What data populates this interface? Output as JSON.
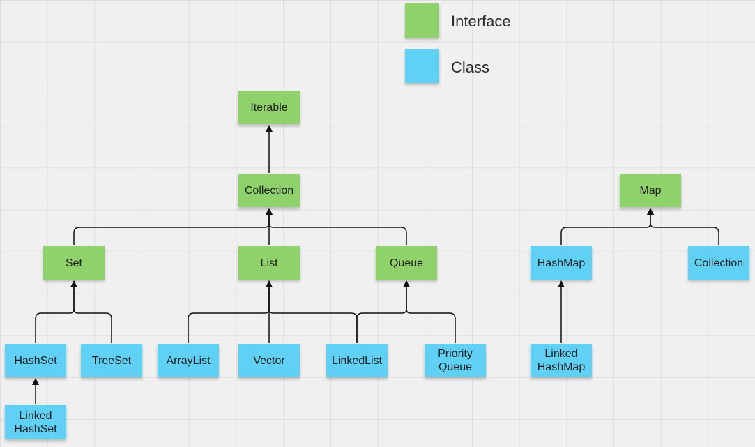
{
  "colors": {
    "interface": "#8fd16a",
    "class": "#60d0f5",
    "connector": "#111111",
    "grid": "#dedede",
    "background": "#f0f0f0"
  },
  "legend": {
    "interface_label": "Interface",
    "class_label": "Class"
  },
  "nodes": {
    "iterable": {
      "label": "Iterable",
      "kind": "interface"
    },
    "collection": {
      "label": "Collection",
      "kind": "interface"
    },
    "set": {
      "label": "Set",
      "kind": "interface"
    },
    "list": {
      "label": "List",
      "kind": "interface"
    },
    "queue": {
      "label": "Queue",
      "kind": "interface"
    },
    "hashset": {
      "label": "HashSet",
      "kind": "class"
    },
    "treeset": {
      "label": "TreeSet",
      "kind": "class"
    },
    "linked_hashset": {
      "label": "Linked\nHashSet",
      "kind": "class"
    },
    "arraylist": {
      "label": "ArrayList",
      "kind": "class"
    },
    "vector": {
      "label": "Vector",
      "kind": "class"
    },
    "linkedlist": {
      "label": "LinkedList",
      "kind": "class"
    },
    "priority_queue": {
      "label": "Priority\nQueue",
      "kind": "class"
    },
    "map": {
      "label": "Map",
      "kind": "interface"
    },
    "hashmap": {
      "label": "HashMap",
      "kind": "class"
    },
    "map_collection": {
      "label": "Collection",
      "kind": "class"
    },
    "linked_hashmap": {
      "label": "Linked\nHashMap",
      "kind": "class"
    }
  },
  "edges": [
    {
      "from": "collection",
      "to": "iterable"
    },
    {
      "from": "set",
      "to": "collection"
    },
    {
      "from": "list",
      "to": "collection"
    },
    {
      "from": "queue",
      "to": "collection"
    },
    {
      "from": "hashset",
      "to": "set"
    },
    {
      "from": "treeset",
      "to": "set"
    },
    {
      "from": "linked_hashset",
      "to": "hashset"
    },
    {
      "from": "arraylist",
      "to": "list"
    },
    {
      "from": "vector",
      "to": "list"
    },
    {
      "from": "linkedlist",
      "to": "list"
    },
    {
      "from": "linkedlist",
      "to": "queue"
    },
    {
      "from": "priority_queue",
      "to": "queue"
    },
    {
      "from": "hashmap",
      "to": "map"
    },
    {
      "from": "map_collection",
      "to": "map"
    },
    {
      "from": "linked_hashmap",
      "to": "hashmap"
    }
  ]
}
